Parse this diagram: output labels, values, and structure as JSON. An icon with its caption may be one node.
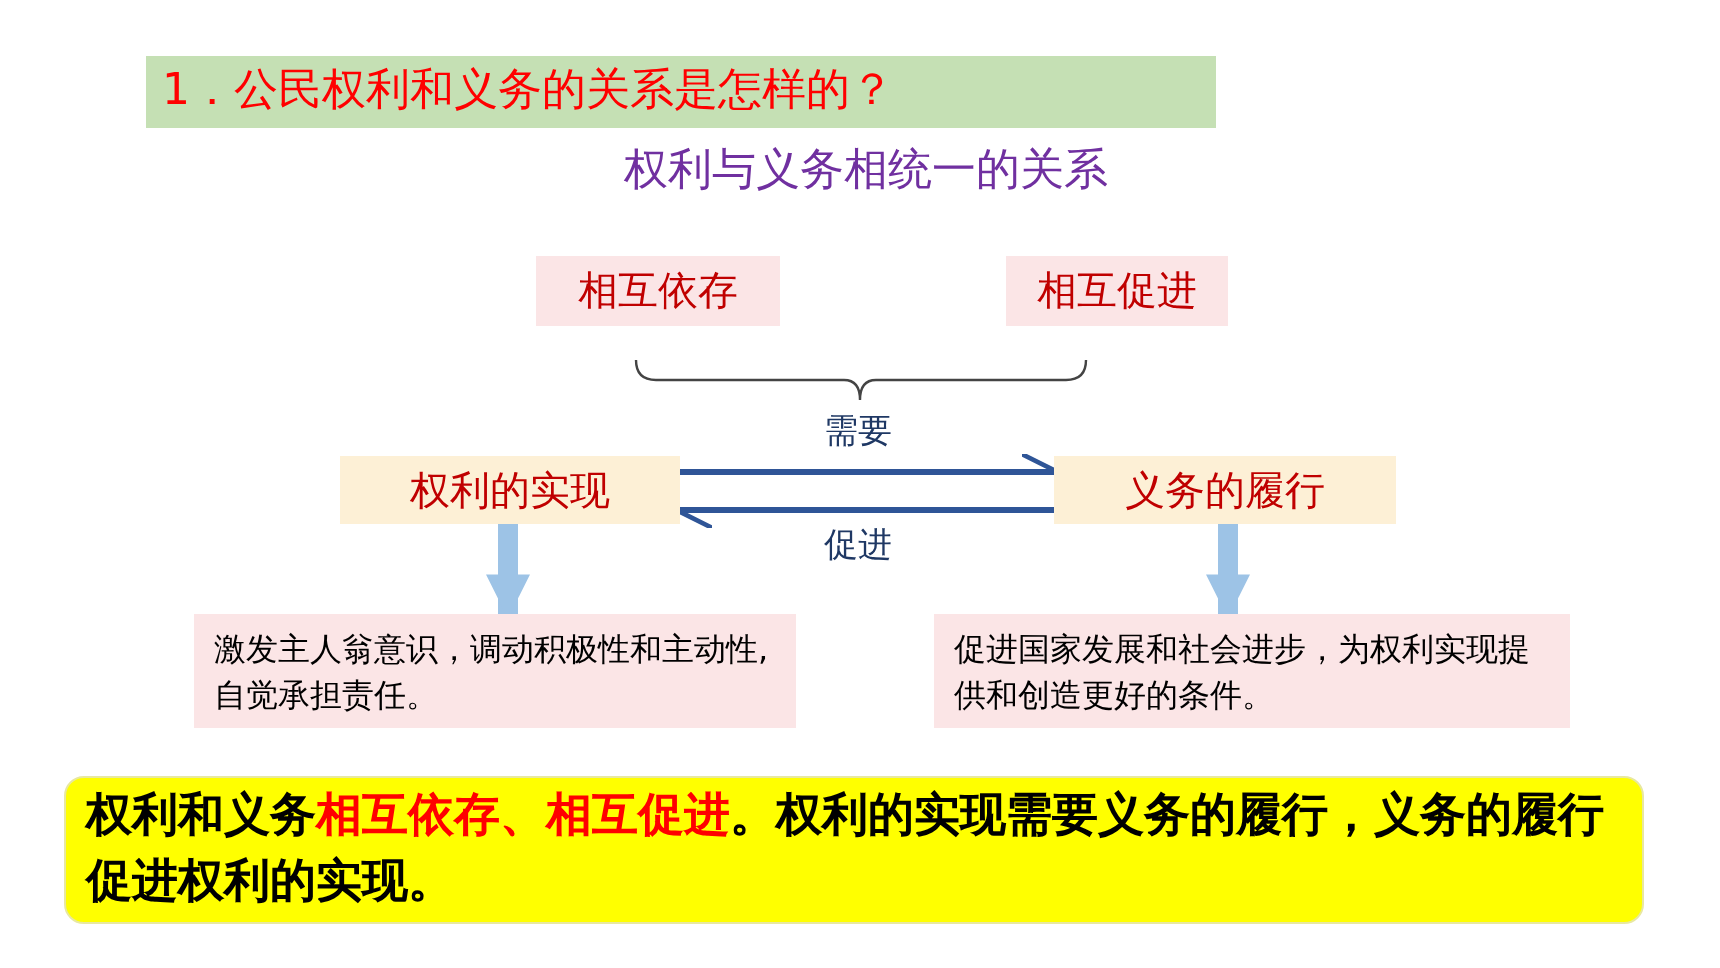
{
  "diagram": {
    "title": "1．公民权利和义务的关系是怎样的？",
    "nodes": [
      {
        "text": [
          "相互依存"
        ]
      },
      {
        "text": [
          "相互促进"
        ]
      },
      {
        "text": [
          "权利的实现"
        ]
      },
      {
        "text": [
          "义务的履行"
        ]
      },
      {
        "text": [
          "激发主人翁意识，调动积极性和主动性,自觉承担责任。"
        ]
      },
      {
        "text": [
          "促进国家发展和社会进步，为权利实现提供和创造更好的条件。"
        ]
      },
      {
        "text": [
          "权利和义务**相互依存、相互促进**。权利的实现需要义务的履行，义务的履行促进权利的实现。"
        ]
      }
    ],
    "edges": [
      {
        "from": 2,
        "to": 3,
        "arrow": "to",
        "label": "需要",
        "color": "#2f5597"
      },
      {
        "from": 3,
        "to": 2,
        "arrow": "to",
        "label": "促进",
        "color": "#2f5597"
      },
      {
        "from": 2,
        "to": 4,
        "arrow": "to",
        "style": "thick",
        "color": "#9dc3e6"
      },
      {
        "from": 3,
        "to": 5,
        "arrow": "to",
        "style": "thick",
        "color": "#9dc3e6"
      }
    ],
    "labels": [
      "权利与义务相统一的关系"
    ]
  }
}
